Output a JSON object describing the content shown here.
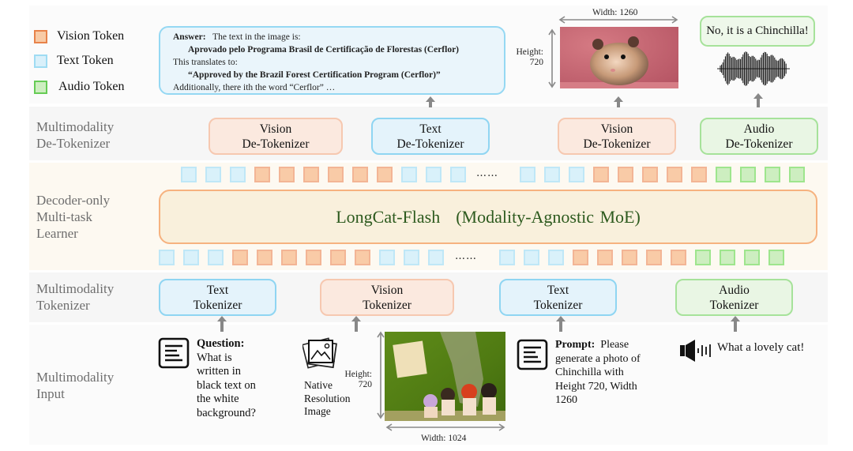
{
  "legend": [
    {
      "label": "Vision Token",
      "type": "vision"
    },
    {
      "label": "Text Token",
      "type": "text"
    },
    {
      "label": "Audio Token",
      "type": "audio"
    }
  ],
  "colors": {
    "vision": "#f8cba6",
    "text": "#d9f0fa",
    "audio": "#cdeec0",
    "decoder_text": "#2d5a1e"
  },
  "bands": {
    "detokenizer": "Multimodality\nDe-Tokenizer",
    "decoder": "Decoder-only\nMulti-task\nLearner",
    "tokenizer": "Multimodality\nTokenizer",
    "input": "Multimodality\nInput"
  },
  "outputs": {
    "answer": {
      "label": "Answer:",
      "intro": "The text in the image is:",
      "original": "Aprovado pelo Programa Brasil de Certificação de Florestas (Cerflor)",
      "translate_intro": "This translates to:",
      "translation": "“Approved by the Brazil Forest Certification Program (Cerflor)”",
      "extra": "Additionally, there ith the word “Cerflor” …"
    },
    "generated_image": {
      "width_label": "Width: 1260",
      "height_label": "Height:",
      "height_value": "720",
      "icon": "hamster-photo"
    },
    "audio_reply": {
      "text": "No, it is a Chinchilla!",
      "icon": "audio-waveform"
    }
  },
  "detokenizers": [
    {
      "line1": "Vision",
      "line2": "De-Tokenizer",
      "type": "vision"
    },
    {
      "line1": "Text",
      "line2": "De-Tokenizer",
      "type": "text"
    },
    {
      "line1": "Vision",
      "line2": "De-Tokenizer",
      "type": "vision"
    },
    {
      "line1": "Audio",
      "line2": "De-Tokenizer",
      "type": "audio"
    }
  ],
  "decoder": {
    "name": "LongCat-Flash",
    "subtitle": "(Modality-Agnostic MoE)"
  },
  "token_sequence": {
    "segment_a": [
      "text",
      "text",
      "text",
      "vision",
      "vision",
      "vision",
      "vision",
      "vision",
      "vision",
      "text",
      "text",
      "text"
    ],
    "ellipsis": "……",
    "segment_b": [
      "text",
      "text",
      "text",
      "vision",
      "vision",
      "vision",
      "vision",
      "vision",
      "audio",
      "audio",
      "audio",
      "audio"
    ]
  },
  "tokenizers": [
    {
      "line1": "Text",
      "line2": "Tokenizer",
      "type": "text"
    },
    {
      "line1": "Vision",
      "line2": "Tokenizer",
      "type": "vision"
    },
    {
      "line1": "Text",
      "line2": "Tokenizer",
      "type": "text"
    },
    {
      "line1": "Audio",
      "line2": "Tokenizer",
      "type": "audio"
    }
  ],
  "inputs": {
    "question": {
      "label": "Question:",
      "lines": [
        "What is",
        "written in",
        "black text on",
        "the white",
        "background?"
      ],
      "icon": "document-icon"
    },
    "image": {
      "caption_lines": [
        "Native",
        "Resolution",
        "Image"
      ],
      "height_label": "Height:",
      "height_value": "720",
      "width_label": "Width: 1024",
      "icon": "image-stack-icon"
    },
    "prompt": {
      "label": "Prompt:",
      "first": "Please",
      "lines": [
        "generate a photo of",
        "Chinchilla with",
        "Height 720, Width",
        "1260"
      ],
      "icon": "document-icon"
    },
    "audio": {
      "text": "What a lovely cat!",
      "icon": "speaker-icon"
    }
  }
}
